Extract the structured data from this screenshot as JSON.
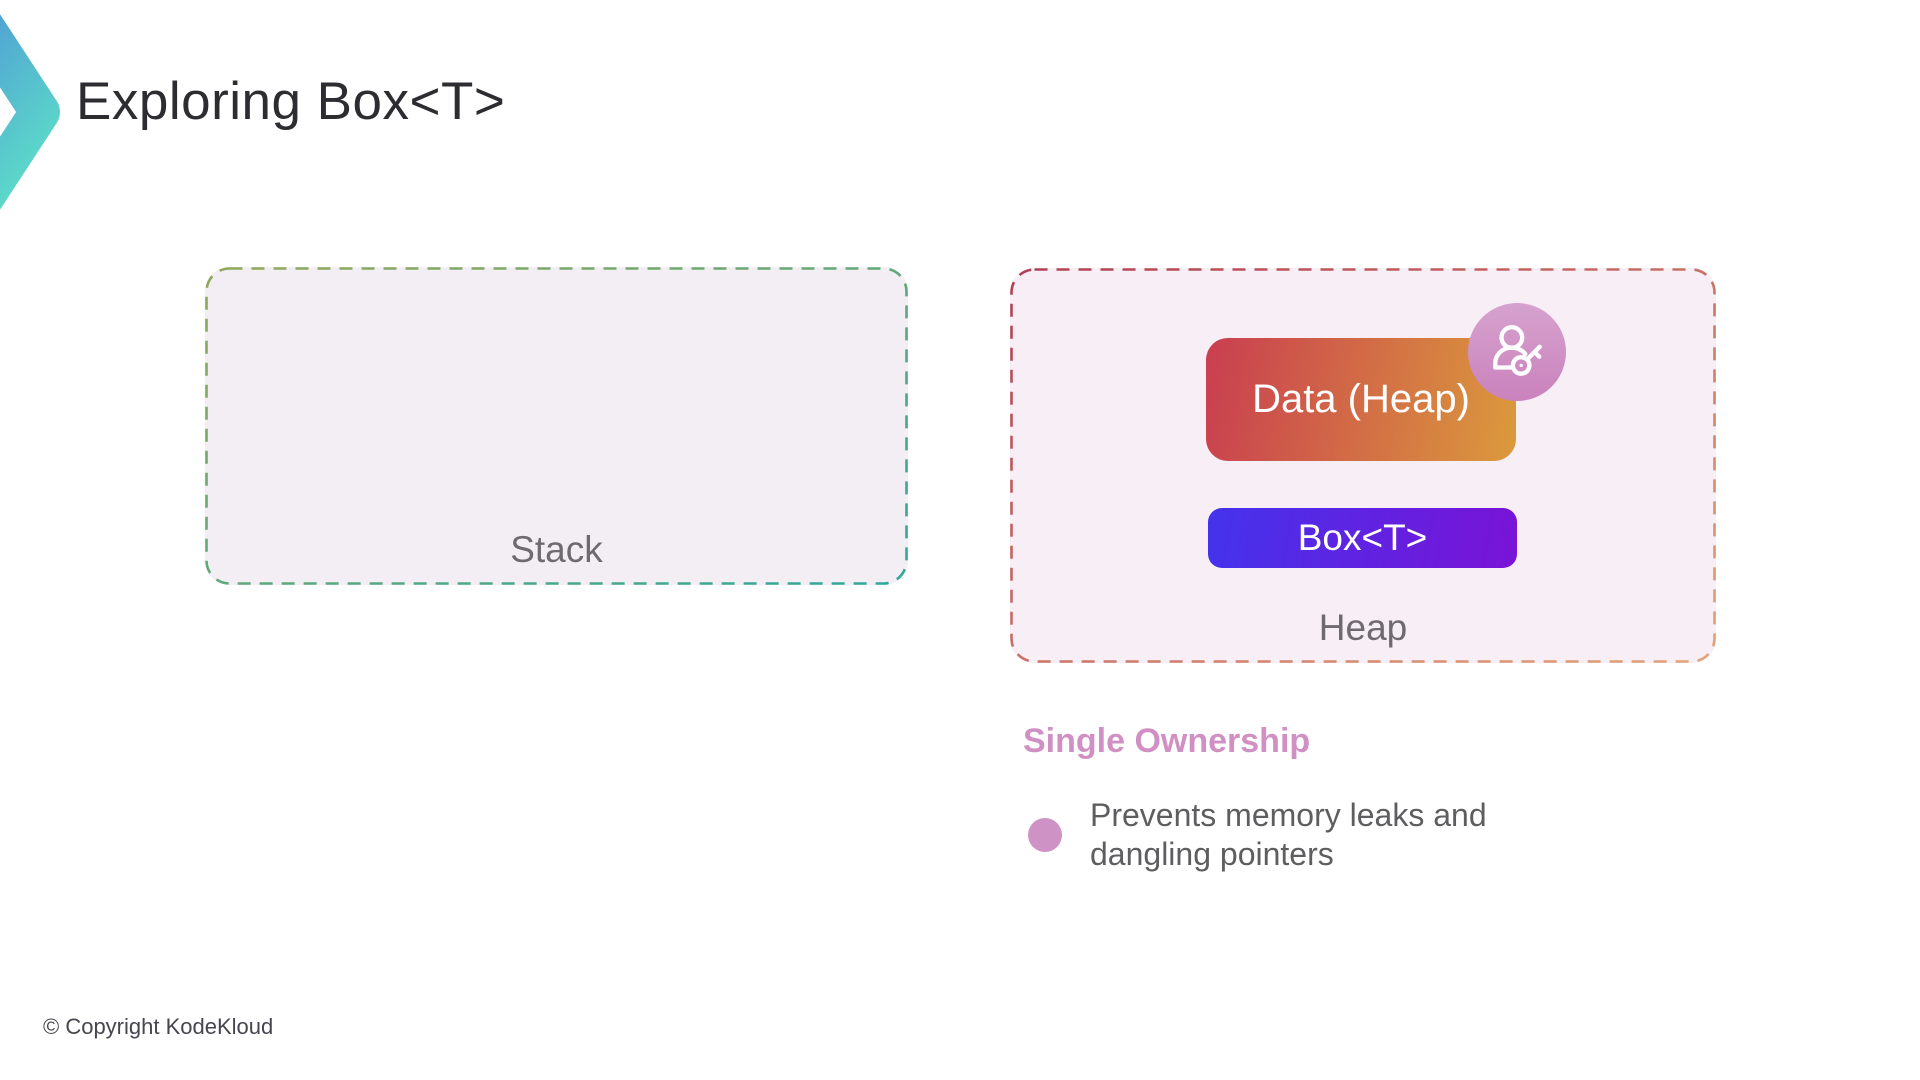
{
  "slide": {
    "title": "Exploring Box<T>",
    "copyright": "© Copyright KodeKloud"
  },
  "diagram": {
    "stack": {
      "label": "Stack"
    },
    "heap": {
      "label": "Heap",
      "data_label": "Data (Heap)",
      "box_label": "Box<T>",
      "badge_icon": "user-key-icon"
    }
  },
  "notes": {
    "heading": "Single Ownership",
    "bullets": [
      "Prevents memory leaks and dangling pointers"
    ]
  },
  "colors": {
    "logo-blue": "#4f9ad5",
    "logo-teal": "#57d7c8",
    "panel-lavender": "#f3eef4",
    "panel-pink": "#f8eef6",
    "stack-border-start": "#92a958",
    "stack-border-end": "#2fa89b",
    "heap-border-start": "#b04054",
    "heap-border-end": "#e3a377",
    "data-grad-start": "#c93e50",
    "data-grad-end": "#db9a3c",
    "box-grad-start": "#4433ec",
    "box-grad-end": "#7a13d6",
    "badge-pink": "#ca82bc",
    "heading-pink": "#d190c3",
    "bullet-pink": "#cf92c4",
    "label-gray": "#6e6a70"
  }
}
